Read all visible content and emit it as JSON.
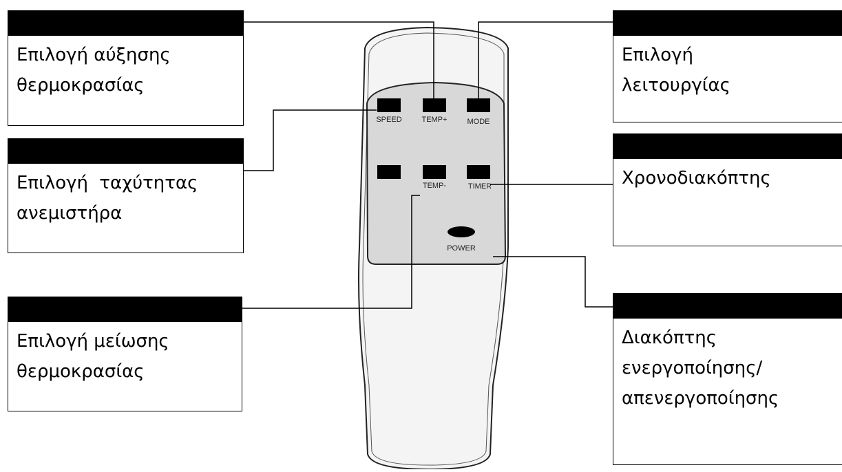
{
  "remote": {
    "buttons": {
      "speed": "SPEED",
      "temp_up": "TEMP+",
      "mode": "MODE",
      "temp_down": "TEMP-",
      "timer": "TIMER",
      "power": "POWER"
    }
  },
  "callouts": {
    "temp_up": {
      "line1": "Επιλογή αύξησης",
      "line2": "θερμοκρασίας"
    },
    "speed": {
      "line1": "Επιλογή ταχύτητας",
      "line2": "ανεμιστήρα"
    },
    "temp_down": {
      "line1": "Επιλογή μείωσης",
      "line2": "θερμοκρασίας"
    },
    "mode": {
      "line1": "Επιλογή",
      "line2": "λειτουργίας"
    },
    "timer": {
      "line1": "Χρονοδιακόπτης"
    },
    "power": {
      "line1": "Διακόπτης",
      "line2": "ενεργοποίησης/",
      "line3": "απενεργοποίησης"
    }
  },
  "colors": {
    "ink": "#000000",
    "panel": "#d8d8d8",
    "body": "#f4f4f4"
  }
}
